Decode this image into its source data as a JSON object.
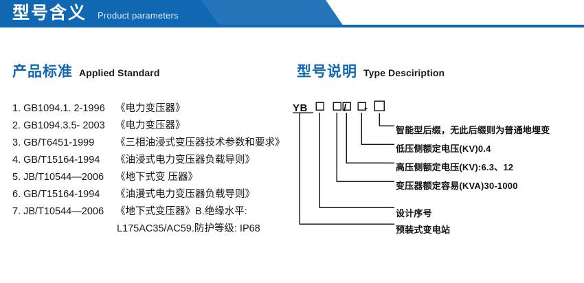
{
  "header": {
    "title_cn": "型号含义",
    "title_en": "Product parameters",
    "bar_color": "#1068b3"
  },
  "sections": {
    "standard": {
      "heading_cn": "产品标准",
      "heading_en": "Applied Standard",
      "items": [
        {
          "code": "1. GB1094.1. 2-1996",
          "desc": "《电力变压器》"
        },
        {
          "code": "2. GB1094.3.5- 2003",
          "desc": "《电力变压器》"
        },
        {
          "code": "3. GB/T6451-1999",
          "desc": "《三相油浸式变压器技术参数和要求》"
        },
        {
          "code": "4. GB/T15164-1994",
          "desc": "《油浸式电力变压器负载导则》"
        },
        {
          "code": "5. JB/T10544—2006",
          "desc": "《地下式变 压器》"
        },
        {
          "code": "6. GB/T15164-1994",
          "desc": "《油漫式电力变压器负载导则》"
        },
        {
          "code": "7. JB/T10544—2006",
          "desc": "《地下式变压器》B.绝缘水平:"
        }
      ],
      "continuation": "L175AC35/AC59.防护等级: IP68"
    },
    "type": {
      "heading_cn": "型号说明",
      "heading_en": "Type Desciription",
      "code": {
        "prefix": "YB",
        "slash": "/",
        "dash": "-",
        "box_count": 5
      },
      "notes": [
        "智能型后缀，无此后缀则为普通地埋变",
        "低压侧额定电压(KV)0.4",
        "高压侧额定电压(KV):6.3、12",
        "变压器额定容易(KVA)30-1000",
        "设计序号",
        "预装式变电站"
      ]
    }
  }
}
